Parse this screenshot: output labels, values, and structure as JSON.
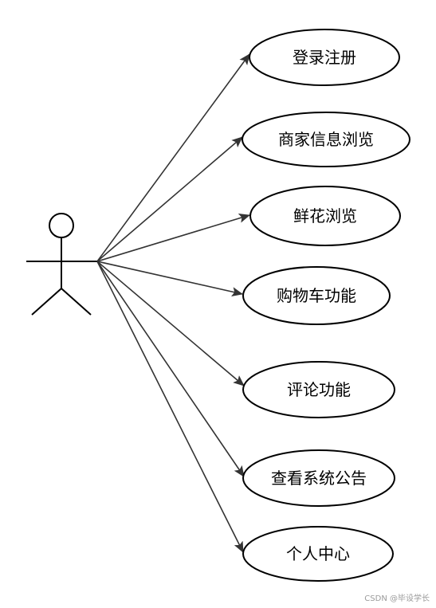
{
  "use_cases": [
    {
      "label": "登录注册"
    },
    {
      "label": "商家信息浏览"
    },
    {
      "label": "鲜花浏览"
    },
    {
      "label": "购物车功能"
    },
    {
      "label": "评论功能"
    },
    {
      "label": "查看系统公告"
    },
    {
      "label": "个人中心"
    }
  ],
  "watermark": "CSDN @毕设学长",
  "colors": {
    "stroke": "#000000",
    "arrow": "#333333",
    "text": "#000000",
    "watermark": "#9a9a9a"
  }
}
